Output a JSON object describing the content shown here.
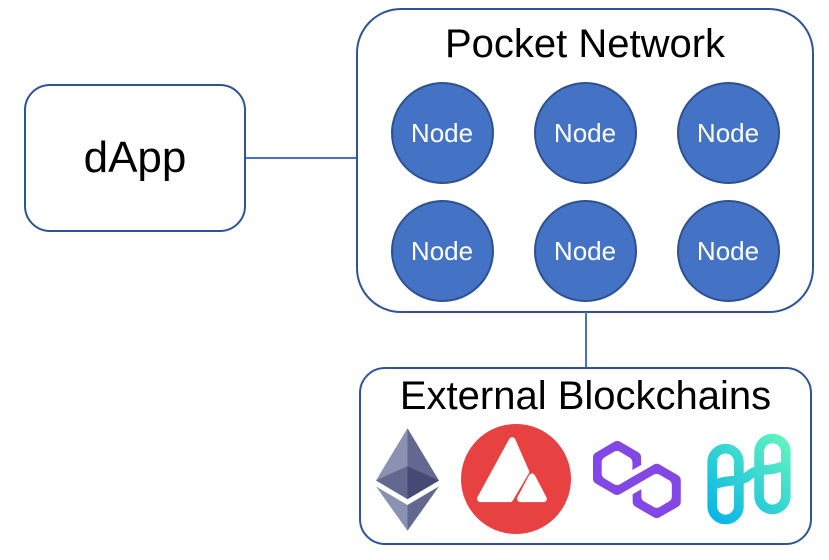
{
  "diagram": {
    "dapp": {
      "label": "dApp"
    },
    "pocket_network": {
      "title": "Pocket Network",
      "nodes": [
        {
          "label": "Node"
        },
        {
          "label": "Node"
        },
        {
          "label": "Node"
        },
        {
          "label": "Node"
        },
        {
          "label": "Node"
        },
        {
          "label": "Node"
        }
      ]
    },
    "external_blockchains": {
      "title": "External Blockchains",
      "chains": [
        {
          "name": "Ethereum",
          "icon": "ethereum-logo-icon"
        },
        {
          "name": "Avalanche",
          "icon": "avalanche-logo-icon"
        },
        {
          "name": "Polygon",
          "icon": "polygon-logo-icon"
        },
        {
          "name": "Harmony",
          "icon": "harmony-logo-icon"
        }
      ]
    },
    "connections": [
      {
        "from": "dApp",
        "to": "Pocket Network"
      },
      {
        "from": "Pocket Network",
        "to": "External Blockchains"
      }
    ]
  },
  "colors": {
    "background": "#FFFFFF",
    "title_text": "#000000",
    "box_border": "#2E5496",
    "connector_line": "#4472C4",
    "node_fill": "#4472C4",
    "node_border": "#2F528F",
    "node_text": "#FFFFFF",
    "ethereum_light": "#8A92B2",
    "ethereum_medium": "#62688F",
    "ethereum_dark": "#454A75",
    "avalanche_red": "#E84142",
    "logo_white": "#FFFFFF",
    "polygon_purple": "#8247E5",
    "harmony_blue": "#00AEE9",
    "harmony_green": "#69FABD"
  }
}
